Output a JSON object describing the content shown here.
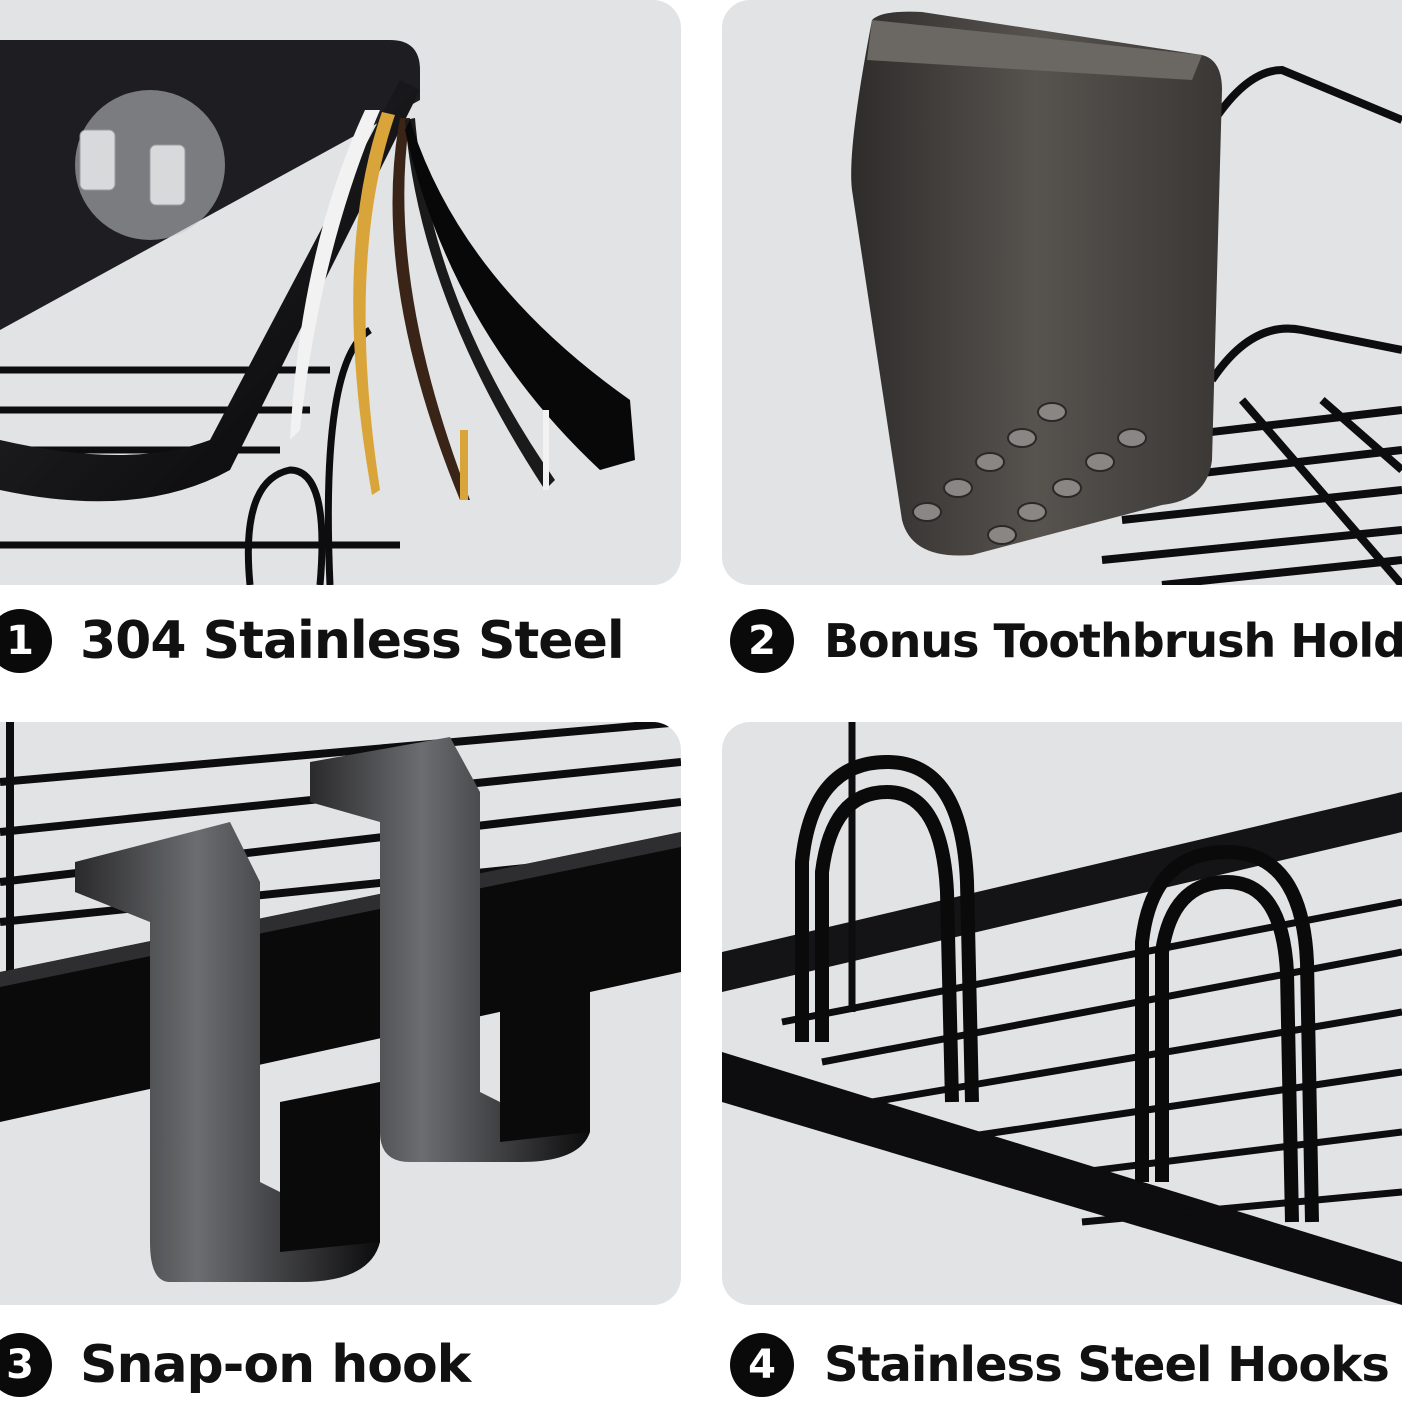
{
  "features": [
    {
      "number": "1",
      "label": "304 Stainless Steel"
    },
    {
      "number": "2",
      "label": "Bonus Toothbrush Holder"
    },
    {
      "number": "3",
      "label": "Snap-on hook"
    },
    {
      "number": "4",
      "label": "Stainless Steel Hooks"
    }
  ],
  "colors": {
    "panel_background": "#e2e3e5",
    "product_black": "#0d0d0f",
    "badge_black": "#0a0a0a",
    "gold_accent": "#d9a53a",
    "cup_gray": "#4a4745"
  }
}
